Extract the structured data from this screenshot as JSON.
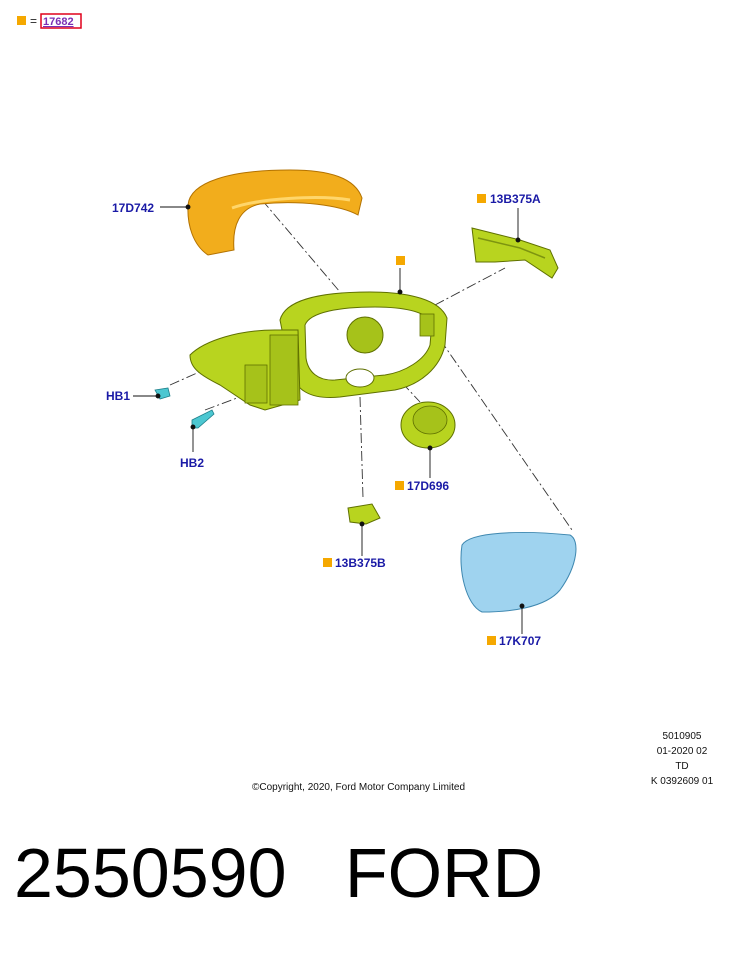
{
  "legend": {
    "link_text": "17682",
    "equals": "="
  },
  "labels": {
    "cover": "17D742",
    "turn_lamp": "13B375A",
    "bulb_1": "HB1",
    "bulb_2": "HB2",
    "actuator": "17D696",
    "puddle_lamp": "13B375B",
    "glass": "17K707"
  },
  "meta": {
    "line1": "5010905",
    "line2": "01-2020 02",
    "line3": "TD",
    "line4": "K 0392609 01"
  },
  "copyright": "©Copyright, 2020, Ford Motor Company Limited",
  "footer": {
    "part_number": "2550590",
    "brand": "FORD"
  },
  "colors": {
    "label_text": "#1a1aa6",
    "marker": "#f5a800",
    "legend_link": "#7b2fb5",
    "legend_box": "#e0001b",
    "cover_fill": "#f2ad1c",
    "housing_fill": "#b8d41f",
    "glass_fill": "#9fd3ef",
    "bulb_fill": "#4cc7d1"
  },
  "icons": [
    "marker-square-icon"
  ]
}
